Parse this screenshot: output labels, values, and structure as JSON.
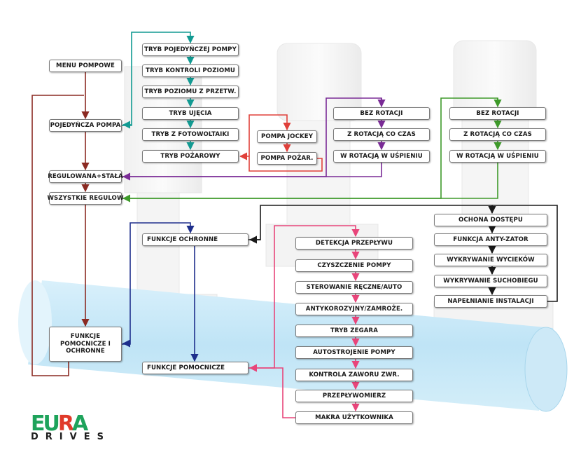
{
  "colors": {
    "maroon": "#8b2a22",
    "teal": "#129a92",
    "red": "#e0403a",
    "purple": "#7a2b96",
    "green": "#3e9a2a",
    "black": "#1a1a1a",
    "navy": "#1e2f8c",
    "pink": "#e8457a",
    "logo_green": "#1ea35b",
    "logo_red": "#e03a2a"
  },
  "boxes": {
    "menu_pompowe": "MENU POMPOWE",
    "pojedyncza_pompa": "POJEDYŃCZA POMPA",
    "regulowana_stala": "REGULOWANA+STAŁA",
    "wszystkie_regulow": "WSZYSTKIE REGULOW",
    "funkcje_pomocnicze_i_ochronne": "FUNKCJE\nPOMOCNICZE I\nOCHRONNE",
    "tryb_pojedynczej_pompy": "TRYB POJEDYŃCZEJ POMPY",
    "tryb_kontroli_poziomu": "TRYB KONTROLI POZIOMU",
    "tryb_poziomu_z_przetw": "TRYB POZIOMU Z PRZETW.",
    "tryb_ujecia": "TRYB UJĘCIA",
    "tryb_z_fotowoltaiki": "TRYB Z FOTOWOLTAIKI",
    "tryb_pozarowy": "TRYB POŻAROWY",
    "pompa_jockey": "POMPA JOCKEY",
    "pompa_pozar": "POMPA POŻAR.",
    "bez_rotacji_1": "BEZ ROTACJI",
    "z_rotacja_co_czas_1": "Z ROTACJĄ CO CZAS",
    "w_rotacja_w_uspieniu_1": "W ROTACJĄ W UŚPIENIU",
    "bez_rotacji_2": "BEZ ROTACJI",
    "z_rotacja_co_czas_2": "Z ROTACJĄ CO CZAS",
    "w_rotacja_w_uspieniu_2": "W ROTACJĄ W UŚPIENIU",
    "ochona_dostepu": "OCHONA DOSTĘPU",
    "funkcja_anty_zator": "FUNKCJA ANTY-ZATOR",
    "wykrywanie_wyciekow": "WYKRYWANIE WYCIEKÓW",
    "wykrywanie_suchobiegu": "WYKRYWANIE SUCHOBIEGU",
    "napelnianie_instalacji": "NAPEŁNIANIE INSTALACJI",
    "funkcje_ochronne": "FUNKCJE OCHRONNE",
    "funkcje_pomocnicze": "FUNKCJE POMOCNICZE",
    "detekcja_przeplywu": "DETEKCJA PRZEPŁYWU",
    "czyszczenie_pompy": "CZYSZCZENIE POMPY",
    "sterowanie_reczne_auto": "STEROWANIE RĘCZNE/AUTO",
    "antykorozyjny_zamroze": "ANTYKOROZYJNY/ZAMROŻE.",
    "tryb_zegara": "TRYB ZEGARA",
    "autostrojenie_pompy": "AUTOSTROJENIE POMPY",
    "kontrola_zaworu_zwr": "KONTROLA ZAWORU ZWR.",
    "przeplywomierz": "PRZEPŁYWOMIERZ",
    "makra_uzytkownika": "MAKRA UŻYTKOWNIKA"
  },
  "logo": {
    "letters": "EURA",
    "drives": "DRIVES"
  }
}
